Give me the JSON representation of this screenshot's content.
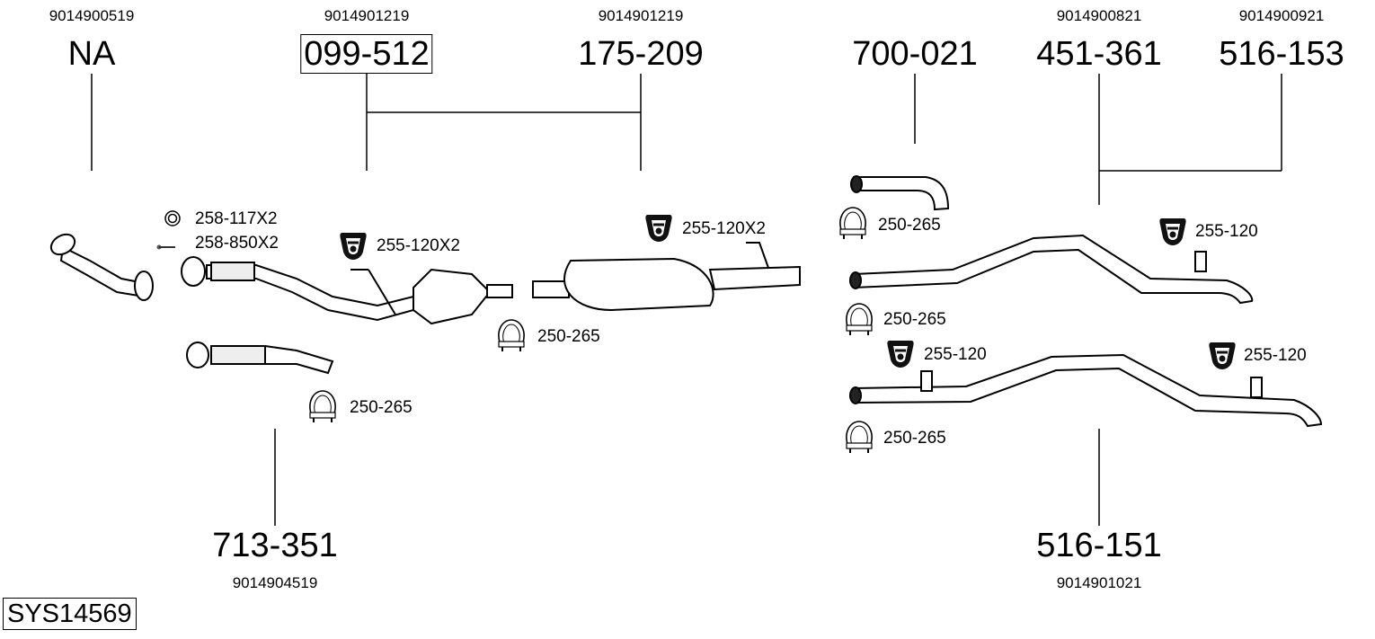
{
  "diagram": {
    "system_code": "SYS14569",
    "parts_top": [
      {
        "ref": "9014900519",
        "part": "NA"
      },
      {
        "ref": "9014901219",
        "part": "099-512",
        "boxed": true
      },
      {
        "ref": "9014901219",
        "part": "175-209"
      },
      {
        "ref": "",
        "part": "700-021"
      },
      {
        "ref": "9014900821",
        "part": "451-361"
      },
      {
        "ref": "9014900921",
        "part": "516-153"
      }
    ],
    "parts_bottom": [
      {
        "ref": "9014904519",
        "part": "713-351"
      },
      {
        "ref": "9014901021",
        "part": "516-151"
      }
    ],
    "accessories": [
      {
        "label": "258-117X2",
        "icon": "gasket-ring-icon"
      },
      {
        "label": "258-850X2",
        "icon": "bolt-icon"
      },
      {
        "label": "255-120X2",
        "icon": "rubber-hanger-icon"
      },
      {
        "label": "250-265",
        "icon": "pipe-clamp-icon"
      },
      {
        "label": "250-265",
        "icon": "pipe-clamp-icon"
      },
      {
        "label": "255-120X2",
        "icon": "rubber-hanger-icon"
      },
      {
        "label": "250-265",
        "icon": "pipe-clamp-icon"
      },
      {
        "label": "250-265",
        "icon": "pipe-clamp-icon"
      },
      {
        "label": "255-120",
        "icon": "rubber-hanger-icon"
      },
      {
        "label": "255-120",
        "icon": "rubber-hanger-icon"
      },
      {
        "label": "255-120",
        "icon": "rubber-hanger-icon"
      },
      {
        "label": "250-265",
        "icon": "pipe-clamp-icon"
      }
    ]
  }
}
